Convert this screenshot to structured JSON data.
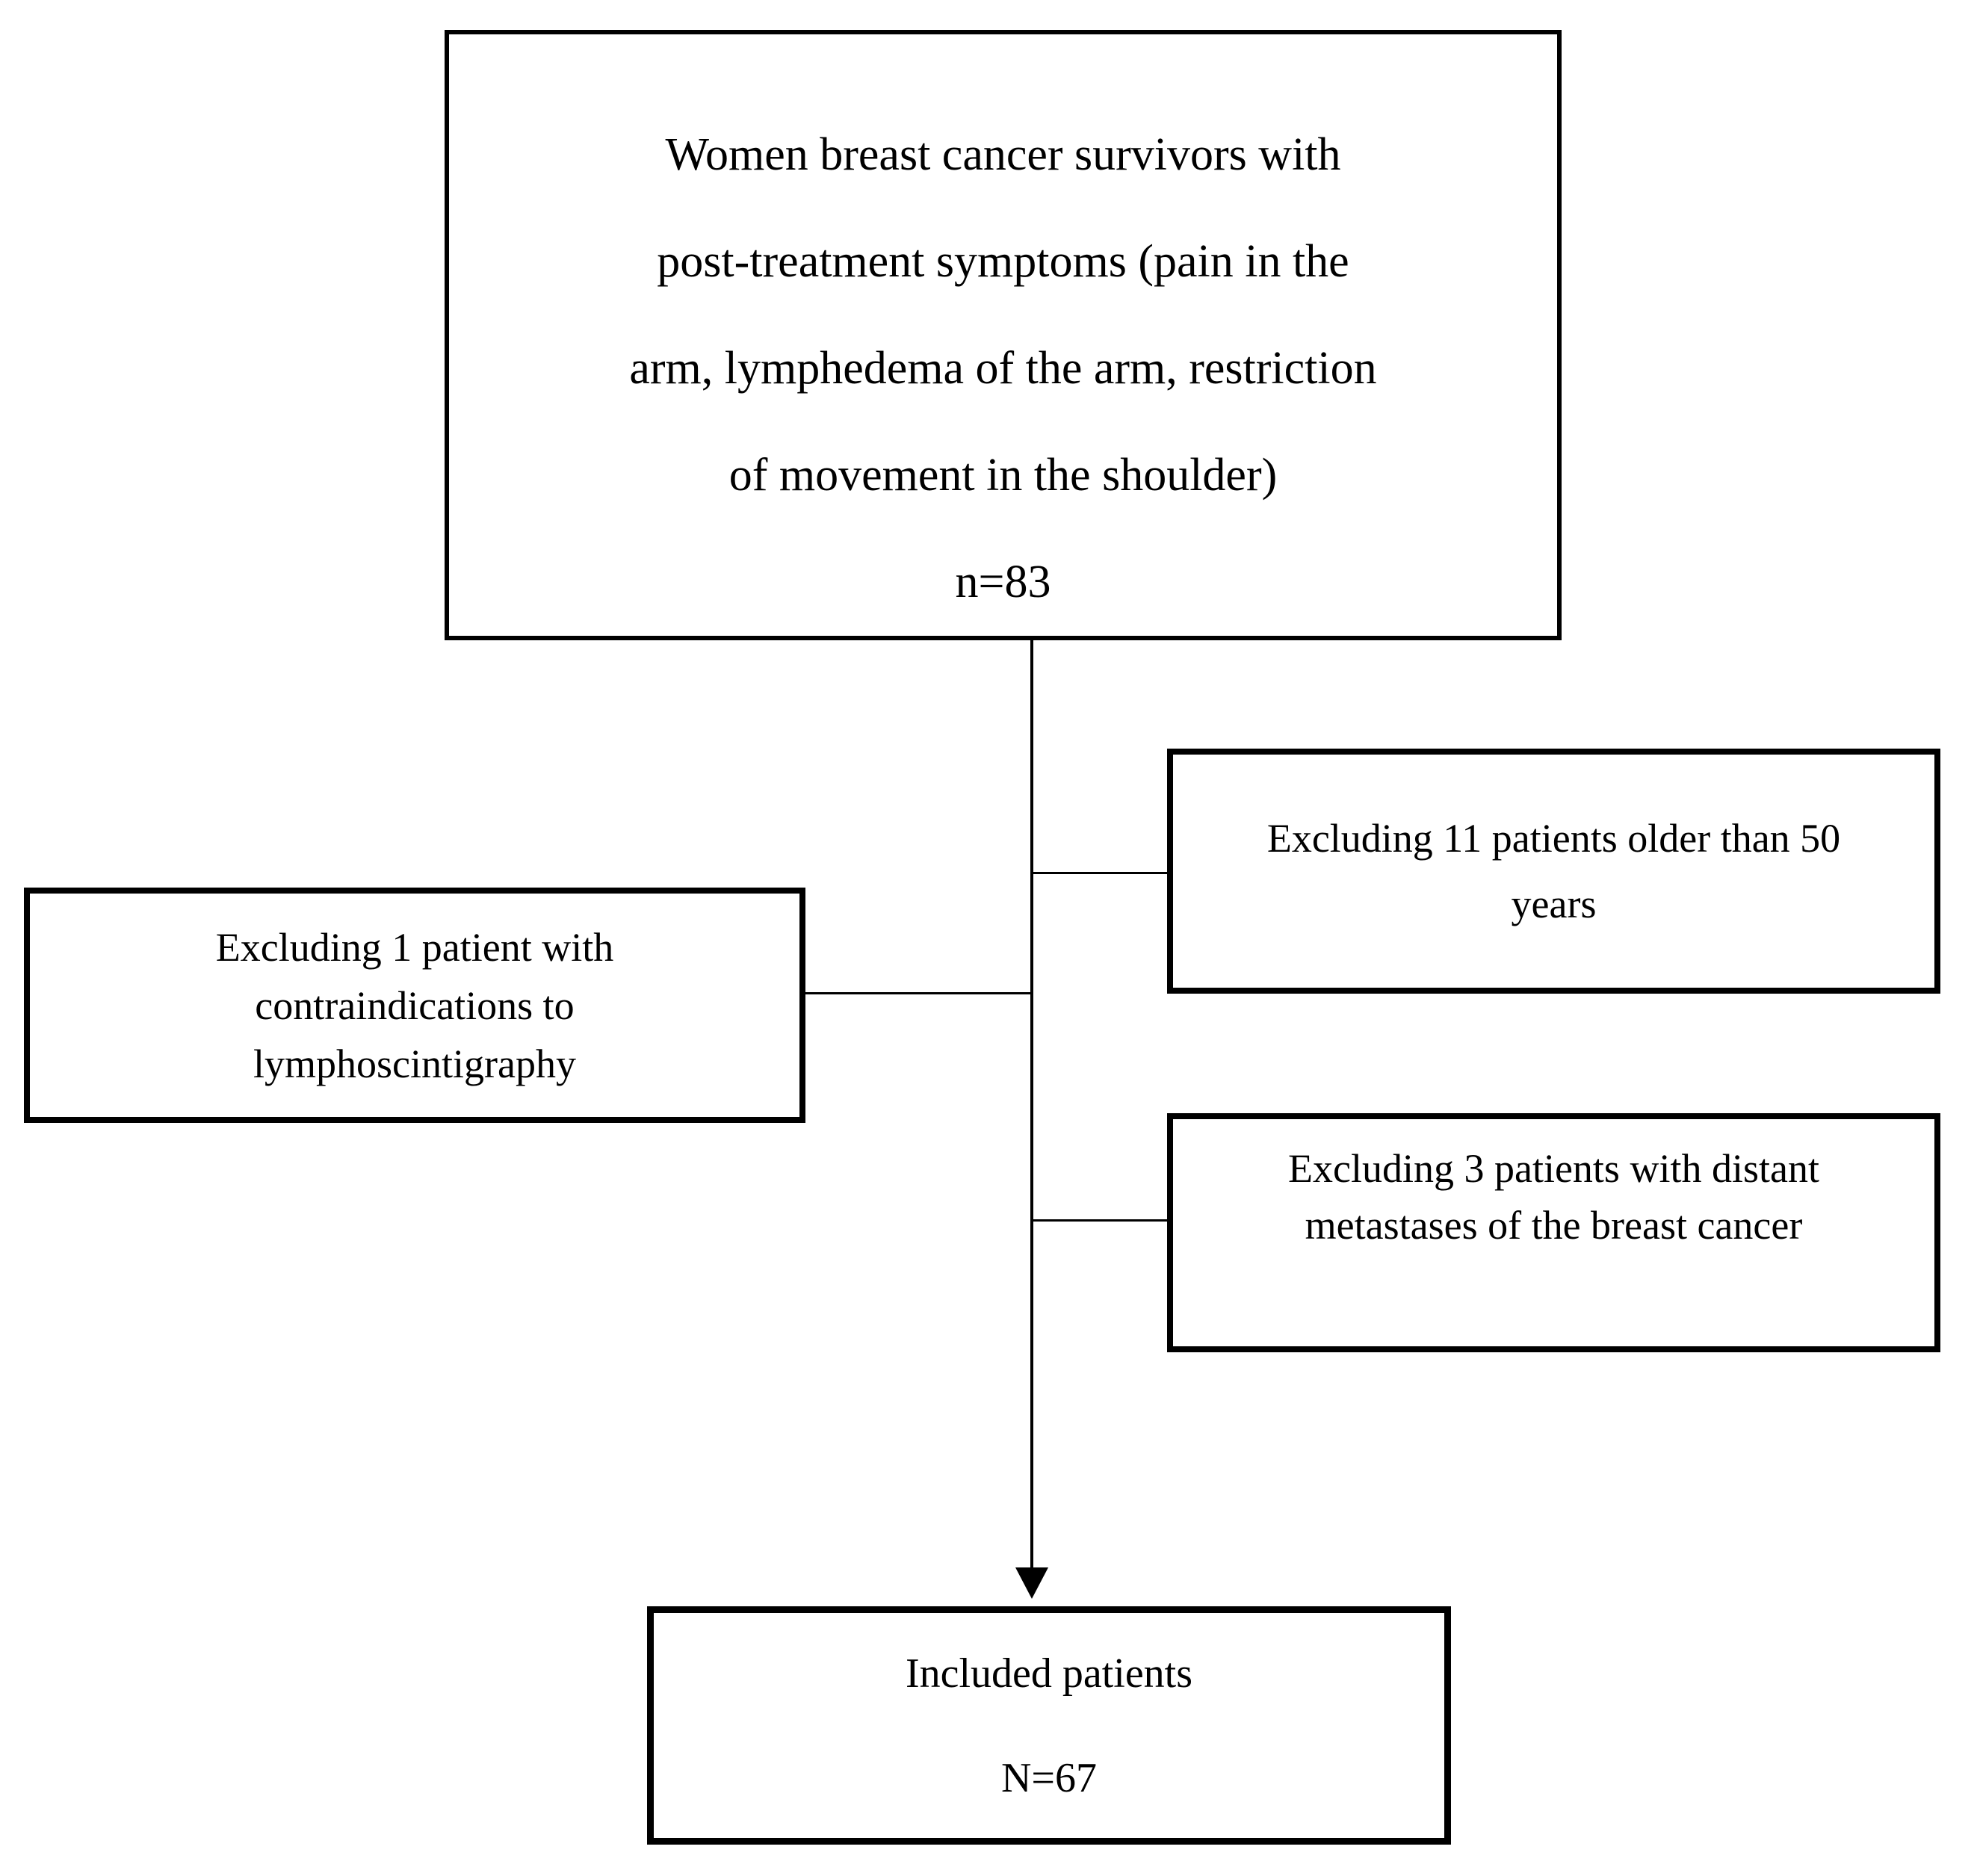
{
  "boxes": {
    "population": {
      "lines": [
        "Women breast cancer survivors with",
        "post-treatment symptoms (pain in the",
        "arm, lymphedema of the arm, restriction",
        "of movement in the shoulder)"
      ],
      "count": "n=83"
    },
    "excluded_age": {
      "lines": [
        "Excluding 11 patients older than 50",
        "years"
      ]
    },
    "excluded_contraindication": {
      "lines": [
        "Excluding 1 patient with",
        "contraindications to",
        "lymphoscintigraphy"
      ]
    },
    "excluded_metastases": {
      "lines": [
        "Excluding 3 patients with distant",
        "metastases of the breast cancer"
      ]
    },
    "included": {
      "title": "Included patients",
      "count": "N=67"
    }
  },
  "colors": {
    "line": "#000000",
    "text": "#000000",
    "background": "#ffffff"
  }
}
